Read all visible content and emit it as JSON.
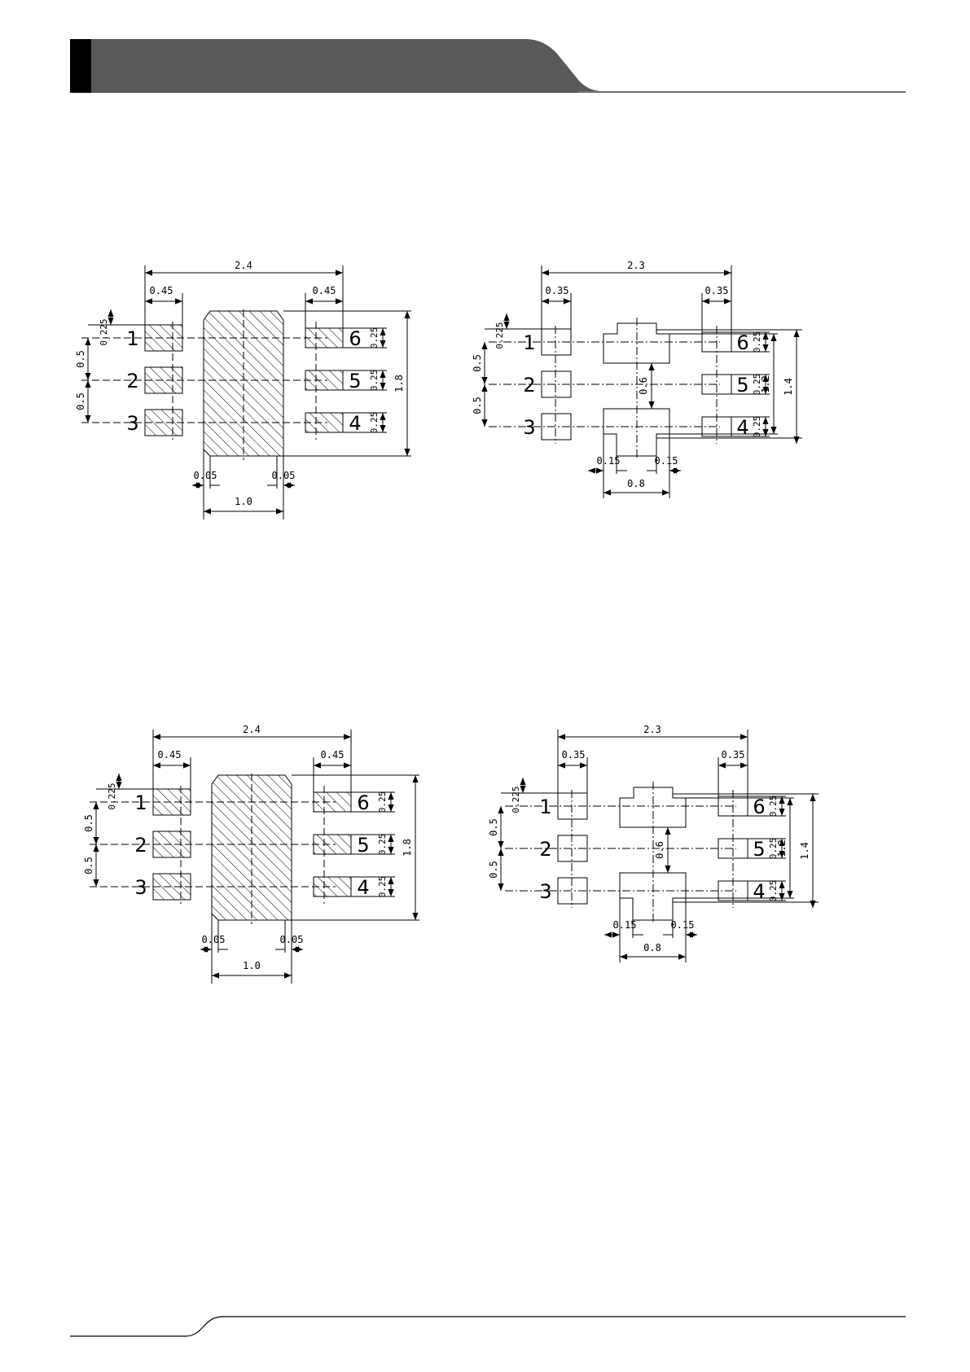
{
  "header": {
    "bar_color": "#595959",
    "accent_color": "#000000"
  },
  "top_left": {
    "width": "2.4",
    "pad_left": "0.45",
    "pad_right": "0.45",
    "offset": "0.225",
    "pitch_1": "0.5",
    "pitch_2": "0.5",
    "pad_h_6": "0.25",
    "pad_h_5": "0.25",
    "pad_h_4": "0.25",
    "height": "1.8",
    "gap_left": "0.05",
    "gap_right": "0.05",
    "body_width": "1.0",
    "pins_left": [
      "1",
      "2",
      "3"
    ],
    "pins_right": [
      "6",
      "5",
      "4"
    ]
  },
  "top_right": {
    "width": "2.3",
    "pad_left": "0.35",
    "pad_right": "0.35",
    "offset": "0.225",
    "pitch_1": "0.5",
    "pitch_2": "0.5",
    "pad_h_6": "0.25",
    "pad_h_5": "0.25",
    "pad_h_4": "0.25",
    "gap": "0.6",
    "inner": "1.2",
    "outer": "1.4",
    "notch_left": "0.15",
    "notch_right": "0.15",
    "tab_width": "0.8",
    "pins_left": [
      "1",
      "2",
      "3"
    ],
    "pins_right": [
      "6",
      "5",
      "4"
    ]
  },
  "bottom_left": {
    "width": "2.4",
    "pad_left": "0.45",
    "pad_right": "0.45",
    "offset": "0.225",
    "pitch_1": "0.5",
    "pitch_2": "0.5",
    "pad_h_6": "0.25",
    "pad_h_5": "0.25",
    "pad_h_4": "0.25",
    "height": "1.8",
    "gap_left": "0.05",
    "gap_right": "0.05",
    "body_width": "1.0",
    "pins_left": [
      "1",
      "2",
      "3"
    ],
    "pins_right": [
      "6",
      "5",
      "4"
    ]
  },
  "bottom_right": {
    "width": "2.3",
    "pad_left": "0.35",
    "pad_right": "0.35",
    "offset": "0.225",
    "pitch_1": "0.5",
    "pitch_2": "0.5",
    "pad_h_6": "0.25",
    "pad_h_5": "0.25",
    "pad_h_4": "0.25",
    "gap": "0.6",
    "inner": "1.2",
    "outer": "1.4",
    "notch_left": "0.15",
    "notch_right": "0.15",
    "tab_width": "0.8",
    "pins_left": [
      "1",
      "2",
      "3"
    ],
    "pins_right": [
      "6",
      "5",
      "4"
    ]
  }
}
